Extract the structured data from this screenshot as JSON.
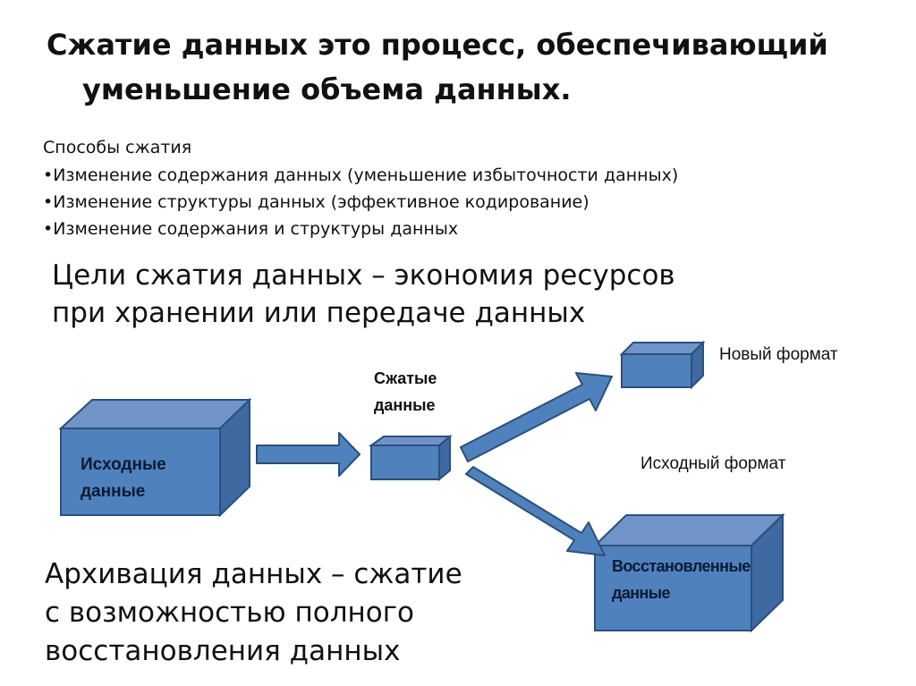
{
  "title": {
    "line1": "Сжатие данных это процесс, обеспечивающий",
    "line2": "уменьшение объема данных."
  },
  "methods": {
    "heading": "Способы сжатия",
    "items": [
      "Изменение содержания данных (уменьшение избыточности данных)",
      "Изменение структуры данных (эффективное кодирование)",
      "Изменение содержания  и структуры данных"
    ]
  },
  "goal": {
    "line1": "Цели сжатия данных – экономия ресурсов",
    "line2": "при хранении или передаче данных"
  },
  "archive": {
    "line1": "Архивация данных – сжатие",
    "line2": "с возможностью полного",
    "line3": "восстановления данных"
  },
  "diagram": {
    "source": {
      "line1": "Исходные",
      "line2": "данные"
    },
    "compressed": {
      "line1": "Сжатые",
      "line2": "данные"
    },
    "restored": {
      "line1": "Восстановленные",
      "line2": "данные"
    },
    "new_format": "Новый формат",
    "original_format": "Исходный формат"
  },
  "colors": {
    "box_front": "#4f81bd",
    "box_top": "#7094c8",
    "box_side": "#3e6aa1",
    "box_border": "#2c4f7c"
  }
}
